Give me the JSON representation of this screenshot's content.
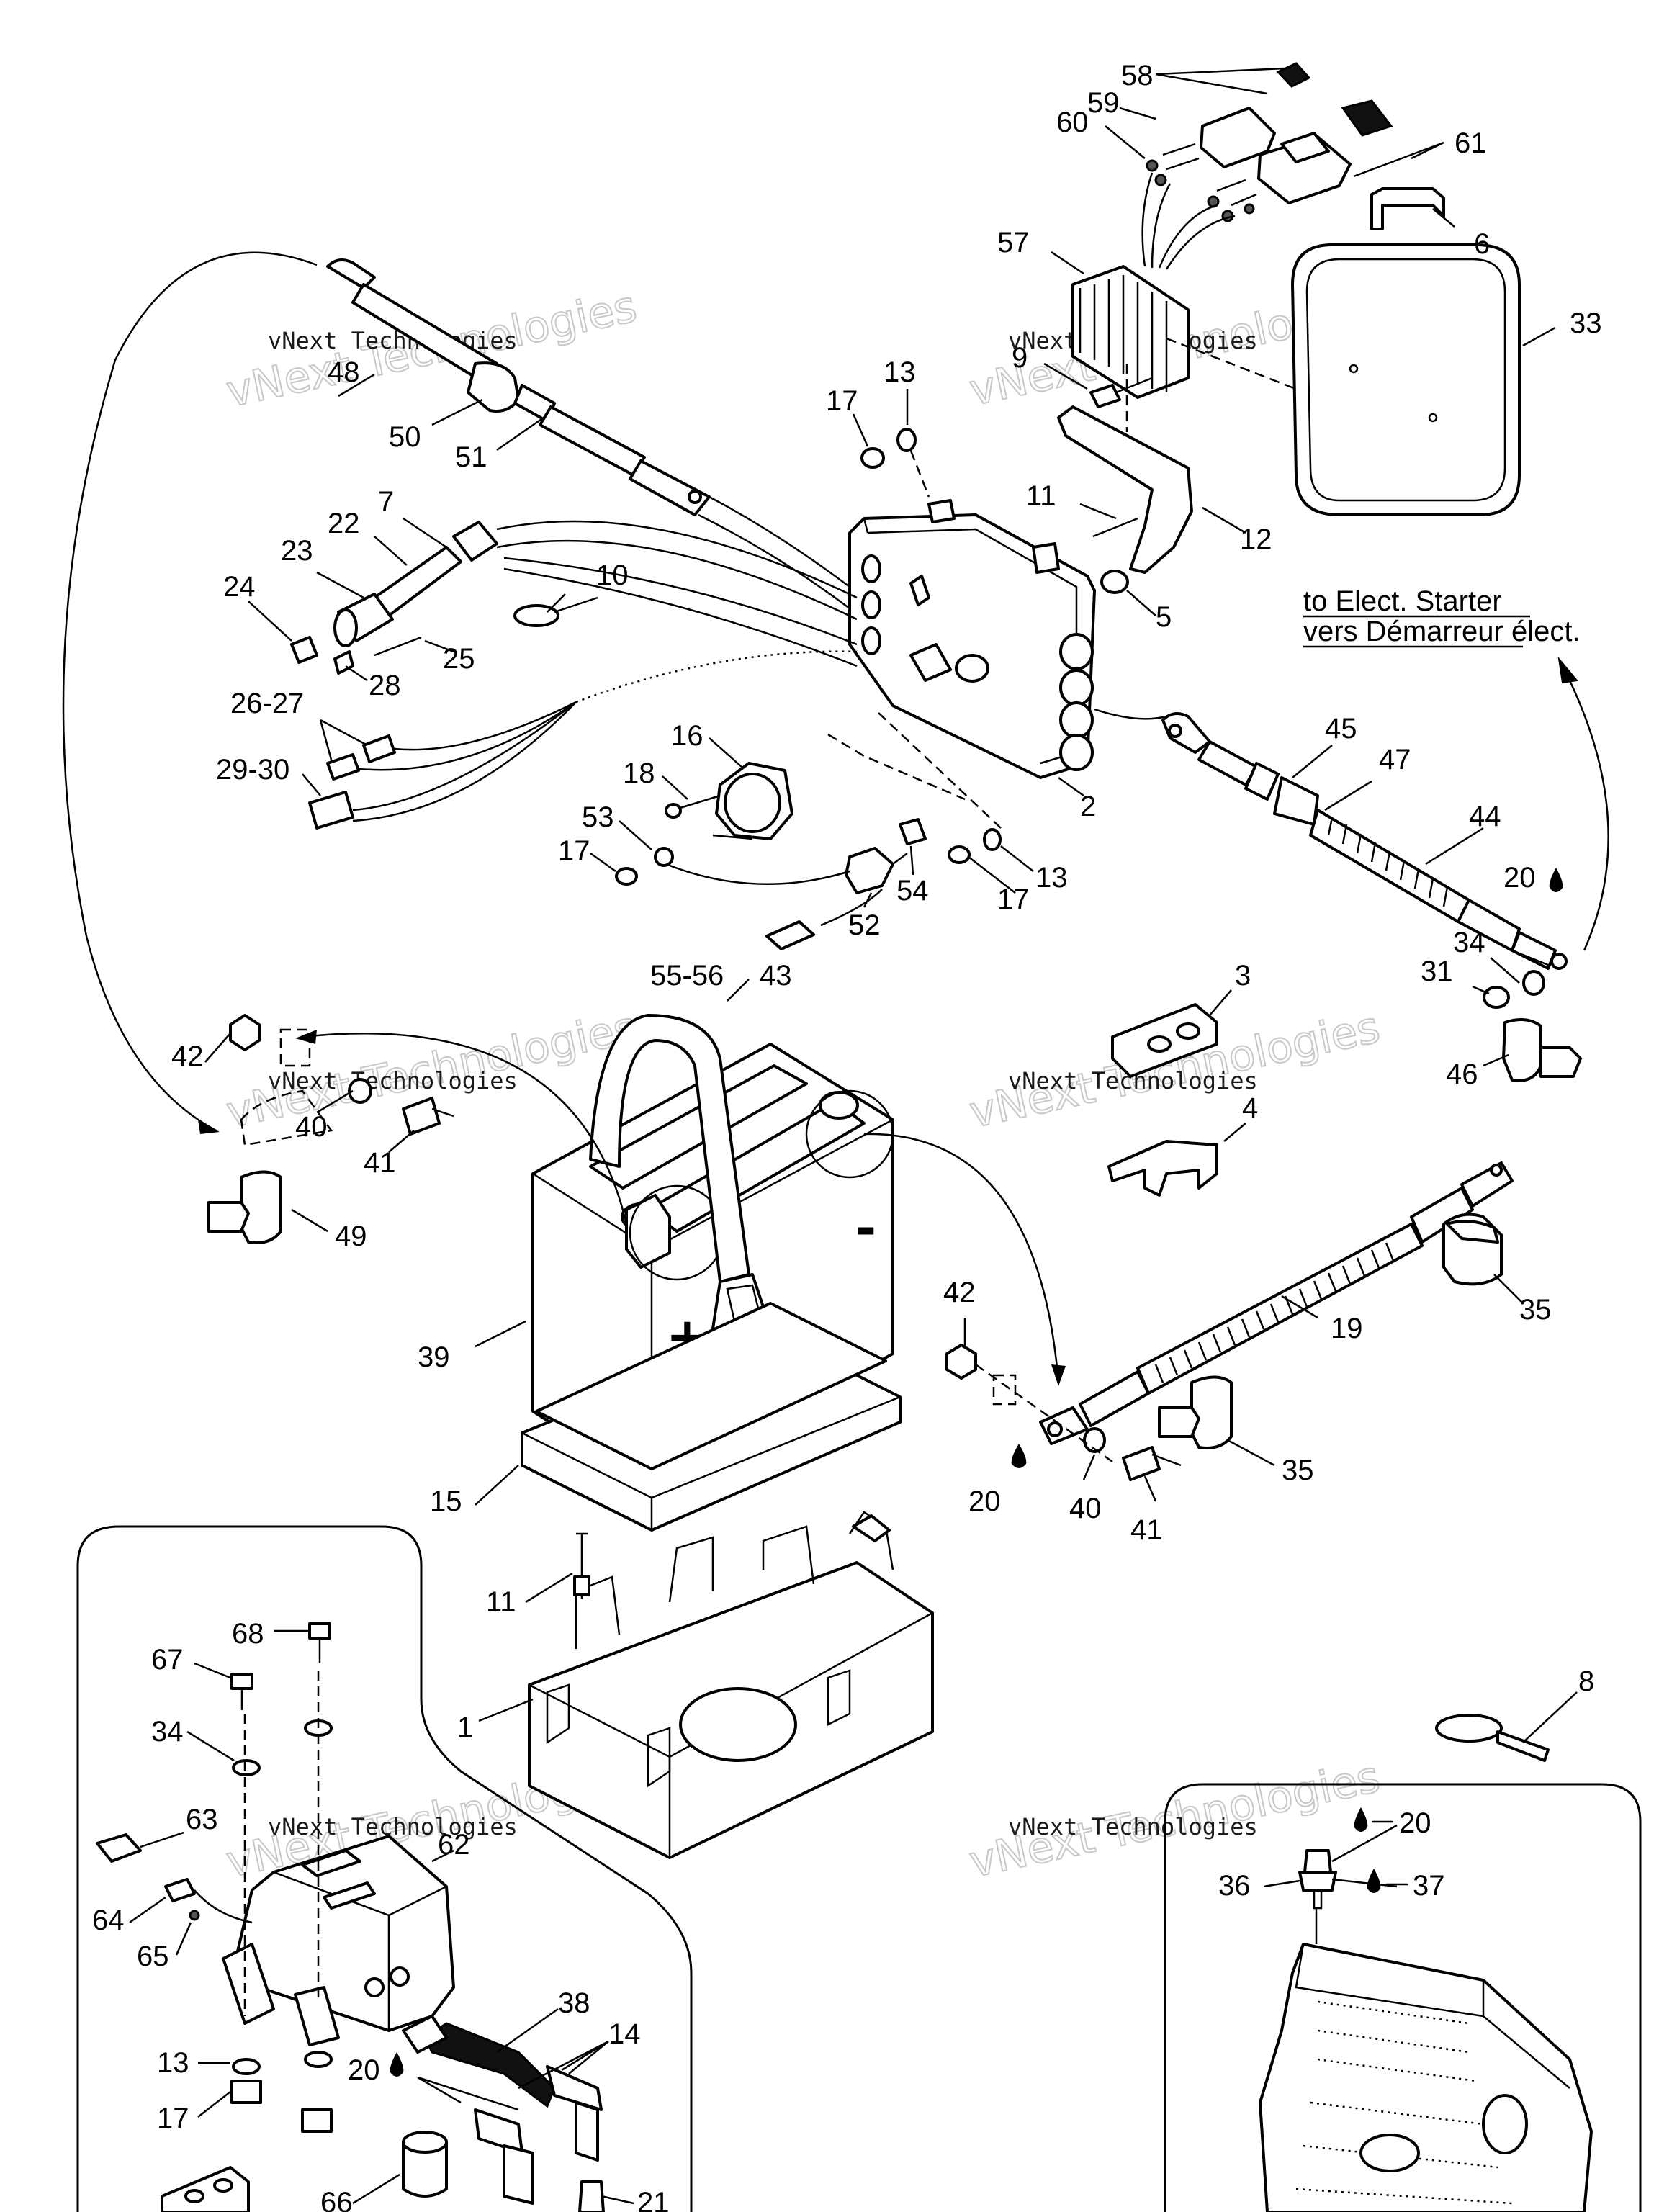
{
  "watermark": {
    "small_text": "vNext Technologies",
    "big_text": "vNext Technologies"
  },
  "notes": {
    "to_starter_en": "to Elect. Starter",
    "to_starter_fr": "vers Démarreur élect."
  },
  "battery_signs": {
    "plus": "+",
    "minus": "-"
  },
  "callouts": {
    "c58": "58",
    "c59": "59",
    "c60": "60",
    "c61": "61",
    "c57": "57",
    "c6": "6",
    "c33": "33",
    "c9": "9",
    "c48": "48",
    "c50": "50",
    "c51": "51",
    "c13a": "13",
    "c17a": "17",
    "c11a": "11",
    "c12": "12",
    "c7": "7",
    "c22": "22",
    "c23": "23",
    "c24": "24",
    "c10": "10",
    "c25": "25",
    "c28": "28",
    "c5": "5",
    "c2627": "26-27",
    "c2930": "29-30",
    "c16": "16",
    "c18": "18",
    "c53": "53",
    "c17b": "17",
    "c54": "54",
    "c17c": "17",
    "c13b": "13",
    "c2": "2",
    "c52": "52",
    "c45": "45",
    "c47": "47",
    "c44": "44",
    "c20a": "20",
    "c34a": "34",
    "c31": "31",
    "c46": "46",
    "c5556": "55-56",
    "c43": "43",
    "c3": "3",
    "c4": "4",
    "c42a": "42",
    "c40a": "40",
    "c41a": "41",
    "c49": "49",
    "c39": "39",
    "c35a": "35",
    "c19": "19",
    "c42b": "42",
    "c35b": "35",
    "c40b": "40",
    "c41b": "41",
    "c20b": "20",
    "c15": "15",
    "c11b": "11",
    "c1": "1",
    "c8": "8",
    "c68": "68",
    "c67": "67",
    "c34b": "34",
    "c63": "63",
    "c62": "62",
    "c64": "64",
    "c65": "65",
    "c38": "38",
    "c14": "14",
    "c13c": "13",
    "c20c": "20",
    "c17d": "17",
    "c66": "66",
    "c21": "21",
    "c20d": "20",
    "c36": "36",
    "c37": "37"
  }
}
